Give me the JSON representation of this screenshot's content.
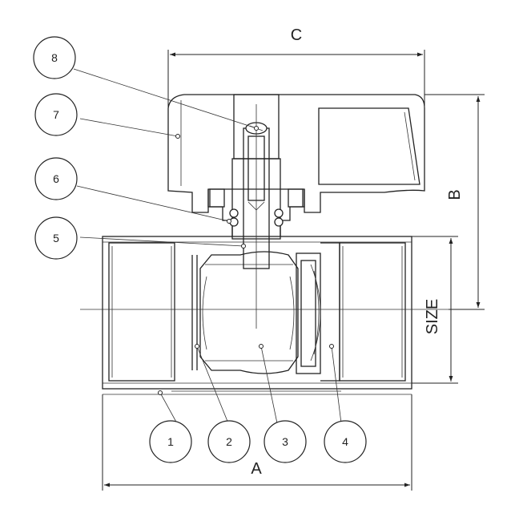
{
  "dimensions": {
    "a": "A",
    "b": "B",
    "c": "C",
    "size": "SIZE"
  },
  "callouts": [
    "1",
    "2",
    "3",
    "4",
    "5",
    "6",
    "7",
    "8"
  ]
}
